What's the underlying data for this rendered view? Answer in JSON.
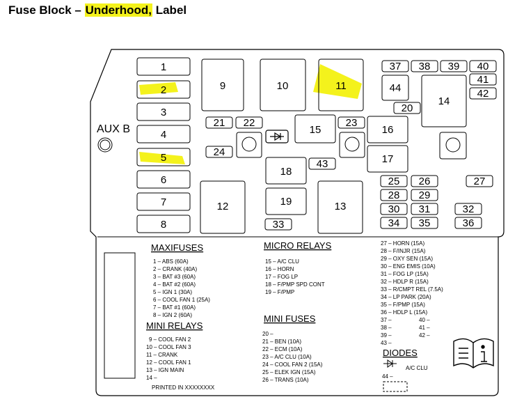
{
  "title": {
    "prefix": "Fuse Block – ",
    "highlight": "Underhood,",
    "suffix": " Label"
  },
  "aux_label": "AUX B",
  "fuses": {
    "f1": "1",
    "f2": "2",
    "f3": "3",
    "f4": "4",
    "f5": "5",
    "f6": "6",
    "f7": "7",
    "f8": "8",
    "f9": "9",
    "f10": "10",
    "f11": "11",
    "f12": "12",
    "f13": "13",
    "f14": "14",
    "f15": "15",
    "f16": "16",
    "f17": "17",
    "f18": "18",
    "f19": "19",
    "f20": "20",
    "f21": "21",
    "f22": "22",
    "f23": "23",
    "f24": "24",
    "f25": "25",
    "f26": "26",
    "f27": "27",
    "f28": "28",
    "f29": "29",
    "f30": "30",
    "f31": "31",
    "f32": "32",
    "f33": "33",
    "f34": "34",
    "f35": "35",
    "f36": "36",
    "f37": "37",
    "f38": "38",
    "f39": "39",
    "f40": "40",
    "f41": "41",
    "f42": "42",
    "f43": "43",
    "f44": "44"
  },
  "legend": {
    "maxi_title": "MAXIFUSES",
    "maxi": [
      "1 – ABS (60A)",
      "2 – CRANK (40A)",
      "3 – BAT #3 (60A)",
      "4 – BAT #2 (60A)",
      "5 – IGN 1 (30A)",
      "6 – COOL FAN 1 (25A)",
      "7 – BAT #1 (60A)",
      "8 – IGN 2 (60A)"
    ],
    "mini_relays_title": "MINI RELAYS",
    "mini_relays": [
      "9 – COOL FAN 2",
      "10 – COOL FAN 3",
      "11 – CRANK",
      "12 – COOL FAN 1",
      "13 – IGN MAIN",
      "14 –"
    ],
    "printed": "PRINTED IN XXXXXXXX",
    "micro_title": "MICRO RELAYS",
    "micro": [
      "15 – A/C CLU",
      "16 – HORN",
      "17 – FOG LP",
      "18 – F/PMP SPD CONT",
      "19 – F/PMP"
    ],
    "mini_fuses_title": "MINI FUSES",
    "mini_fuses": [
      "20 –",
      "21 – BEN (10A)",
      "22 – ECM (10A)",
      "23 – A/C CLU (10A)",
      "24 – COOL FAN 2 (15A)",
      "25 – ELEK IGN (15A)",
      "26 – TRANS (10A)"
    ],
    "right_list": [
      "27 – HORN (15A)",
      "28 – F/INJR (15A)",
      "29 – OXY SEN (15A)",
      "30 – ENG EMIS (10A)",
      "31 – FOG LP (15A)",
      "32 – HDLP R (15A)",
      "33 – R/CMPT REL (7.5A)",
      "34 – LP PARK (20A)",
      "35 – F/PMP (15A)",
      "36 – HDLP L (15A)"
    ],
    "right_pairs": [
      [
        "37 –",
        "40 –"
      ],
      [
        "38 –",
        "41 –"
      ],
      [
        "39 –",
        "42 –"
      ]
    ],
    "right_tail": "43 –",
    "diodes_title": "DIODES",
    "diode_ac": "A/C CLU",
    "diode_44": "44 –"
  },
  "colors": {
    "highlight": "#f4f21c",
    "line": "#000000"
  }
}
